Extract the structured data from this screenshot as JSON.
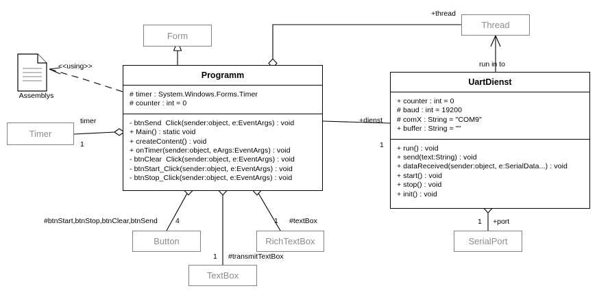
{
  "diagram": {
    "title": "UML Class Diagram",
    "colors": {
      "stroke": "#000000",
      "gray_stroke": "#808080",
      "gray_text": "#8c8c8c",
      "background": "#ffffff"
    }
  },
  "classes": {
    "programm": {
      "name": "Programm",
      "attributes": [
        "# timer : System.Windows.Forms.Timer",
        "# counter : int = 0"
      ],
      "operations": [
        "- btnSend  Click(sender:object, e:EventArgs) : void",
        "+ Main() : static void",
        "+ createContent() : void",
        "+ onTimer(sender:object, eArgs:EventArgs) : void",
        "- btnClear  Click(sender:object, e:EventArgs) : void",
        "- btnStart_Click(sender:object, e:EventArgs) : void",
        "- btnStop_Click(sender:object, e:EventArgs) : void"
      ]
    },
    "uartdienst": {
      "name": "UartDienst",
      "attributes": [
        "+ counter : int = 0",
        "# baud : int = 19200",
        "# comX : String = \"COM9\"",
        "+ buffer : String = \"\""
      ],
      "operations": [
        "+ run() : void",
        "+ send(text:String) : void",
        "+ dataReceived(sender:object, e:SerialData...) : void",
        "+ start() : void",
        "+ stop() : void",
        "+ init() : void"
      ]
    }
  },
  "library_boxes": {
    "form": {
      "name": "Form"
    },
    "thread": {
      "name": "Thread"
    },
    "timer": {
      "name": "Timer"
    },
    "button": {
      "name": "Button"
    },
    "richtextbox": {
      "name": "RichTextBox"
    },
    "textbox": {
      "name": "TextBox"
    },
    "serialport": {
      "name": "SerialPort"
    }
  },
  "artifact": {
    "assemblys": {
      "caption": "Assemblys",
      "icon": "document-icon"
    }
  },
  "edge_labels": {
    "using_stereotype": "<<using>>",
    "timer_role": "timer",
    "timer_mult": "1",
    "thread_role": "+thread",
    "run_in_to": "run in to",
    "dienst_role": "+dienst",
    "dienst_mult": "1",
    "button_role": "#btnStart,btnStop,btnClear,btnSend",
    "button_mult": "4",
    "richtextbox_role": "#textBox",
    "richtextbox_mult": "1",
    "textbox_role": "#transmitTextBox",
    "textbox_mult": "1",
    "port_role": "+port",
    "port_mult": "1"
  }
}
